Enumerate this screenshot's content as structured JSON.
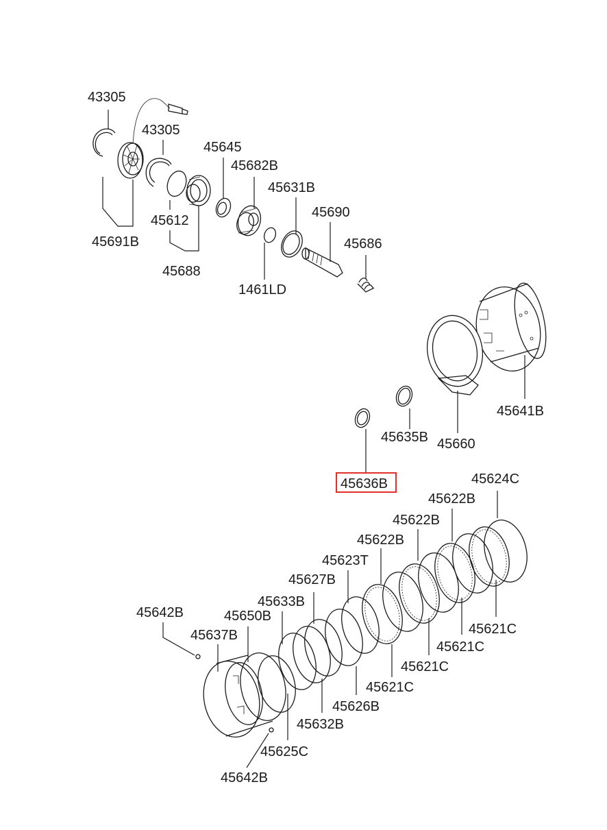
{
  "highlight_color": "#e0302a",
  "highlighted_part": "45636B",
  "labels": {
    "p43305_a": "43305",
    "p43305_b": "43305",
    "p45645": "45645",
    "p45682B": "45682B",
    "p45631B": "45631B",
    "p45690": "45690",
    "p45686": "45686",
    "p45691B": "45691B",
    "p45612": "45612",
    "p45688": "45688",
    "p1461LD": "1461LD",
    "p45641B": "45641B",
    "p45635B": "45635B",
    "p45660": "45660",
    "p45636B": "45636B",
    "p45624C": "45624C",
    "p45622B_a": "45622B",
    "p45622B_b": "45622B",
    "p45622B_c": "45622B",
    "p45623T": "45623T",
    "p45627B": "45627B",
    "p45633B": "45633B",
    "p45650B": "45650B",
    "p45642B_a": "45642B",
    "p45637B": "45637B",
    "p45621C_a": "45621C",
    "p45621C_b": "45621C",
    "p45621C_c": "45621C",
    "p45621C_d": "45621C",
    "p45626B": "45626B",
    "p45632B": "45632B",
    "p45625C": "45625C",
    "p45642B_b": "45642B"
  }
}
